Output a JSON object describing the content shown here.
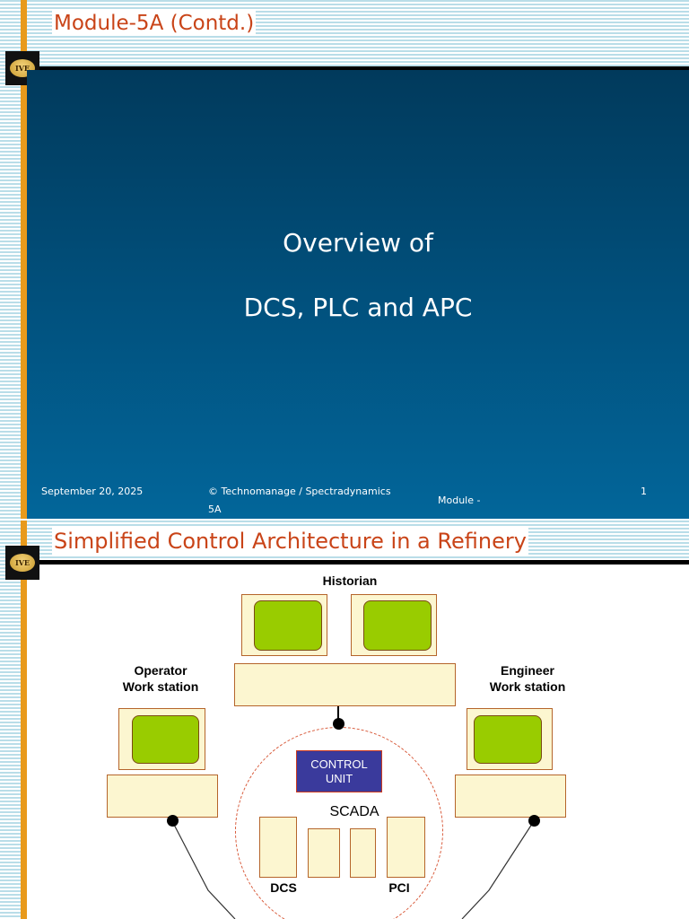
{
  "slide1": {
    "header_title": "Module-5A (Contd.)",
    "logo_text": "IVE",
    "title_line1": "Overview of",
    "title_line2": "DCS, PLC and APC",
    "footer": {
      "date": "September 20, 2025",
      "copyright": "© Technomanage / Spectradynamics",
      "module": "Module -",
      "module_suffix": "5A",
      "page": "1"
    }
  },
  "slide2": {
    "header_title": "Simplified Control Architecture in a Refinery",
    "logo_text": "IVE",
    "diagram": {
      "historian_label": "Historian",
      "operator_label_line1": "Operator",
      "operator_label_line2": "Work station",
      "engineer_label_line1": "Engineer",
      "engineer_label_line2": "Work station",
      "control_unit_line1": "CONTROL",
      "control_unit_line2": "UNIT",
      "scada_label": "SCADA",
      "dcs_label": "DCS",
      "pci_label": "PCI"
    }
  },
  "colors": {
    "title_orange": "#c94418",
    "accent_bar": "#e89a1c",
    "panel_blue": "#01527f",
    "screen_green": "#99cc00",
    "box_fill": "#fcf6d0",
    "control_unit_blue": "#3a3a9c"
  }
}
